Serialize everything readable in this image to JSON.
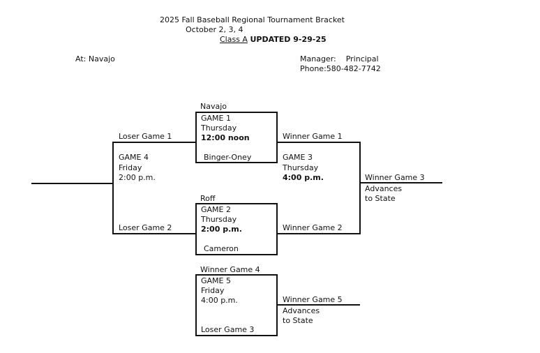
{
  "header": {
    "title": "2025 Fall Baseball Regional Tournament Bracket",
    "dates": "October 2, 3, 4",
    "class_label": "Class A",
    "updated": "UPDATED 9-29-25",
    "site": "At: Navajo",
    "manager": "Manager:    Principal",
    "phone": "Phone:580-482-7742"
  },
  "games": {
    "g1": {
      "top_team": "Navajo",
      "name": "GAME 1",
      "day": "Thursday",
      "time": "12:00 noon",
      "bottom_team": "Binger-Oney"
    },
    "g2": {
      "top_team": "Roff",
      "name": "GAME 2",
      "day": "Thursday",
      "time": "2:00 p.m.",
      "bottom_team": "Cameron"
    },
    "g3": {
      "name": "GAME 3",
      "day": "Thursday",
      "time": "4:00 p.m.",
      "top_slot": "Winner Game 1",
      "bottom_slot": "Winner Game 2",
      "result": "Winner Game 3",
      "advance_1": "Advances",
      "advance_2": "to State"
    },
    "g4": {
      "name": "GAME 4",
      "day": "Friday",
      "time": "2:00 p.m.",
      "top_slot": "Loser Game 1",
      "bottom_slot": "Loser Game 2"
    },
    "g5": {
      "top_team": "Winner Game 4",
      "name": "GAME 5",
      "day": "Friday",
      "time": "4:00 p.m.",
      "bottom_team": "Loser Game 3",
      "result": "Winner Game 5",
      "advance_1": "Advances",
      "advance_2": "to State"
    }
  }
}
